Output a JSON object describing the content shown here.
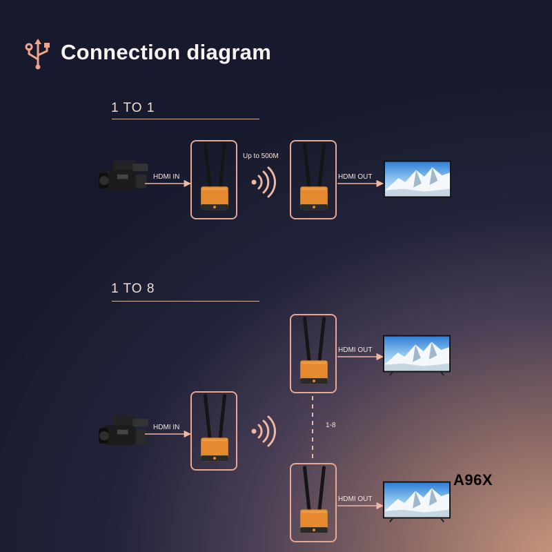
{
  "header": {
    "title": "Connection diagram",
    "icon": "usb-icon"
  },
  "sections": [
    {
      "title": "1 TO 1",
      "input_label": "HDMI IN",
      "range_label": "Up to 500M",
      "output_label": "HDMI OUT"
    },
    {
      "title": "1 TO 8",
      "input_label": "HDMI IN",
      "count_label": "1-8",
      "output_labels": [
        "HDMI OUT",
        "HDMI OUT"
      ]
    }
  ],
  "brand": "A96X",
  "colors": {
    "accent": "#e8a892",
    "device": "#e58a2e",
    "background": "#1b1e30"
  }
}
